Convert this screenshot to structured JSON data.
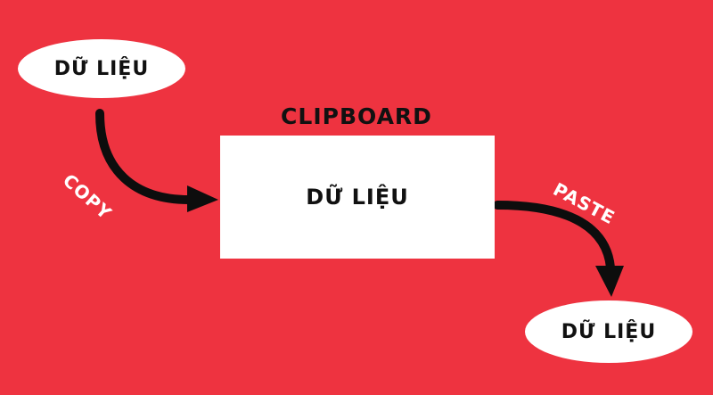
{
  "diagram": {
    "background_color": "#ee3340",
    "source_node": {
      "label": "DỮ LIỆU"
    },
    "clipboard": {
      "title": "CLIPBOARD",
      "content_label": "DỮ LIỆU"
    },
    "target_node": {
      "label": "DỮ LIỆU"
    },
    "edges": [
      {
        "label": "COPY",
        "from": "source_node",
        "to": "clipboard"
      },
      {
        "label": "PASTE",
        "from": "clipboard",
        "to": "target_node"
      }
    ]
  }
}
